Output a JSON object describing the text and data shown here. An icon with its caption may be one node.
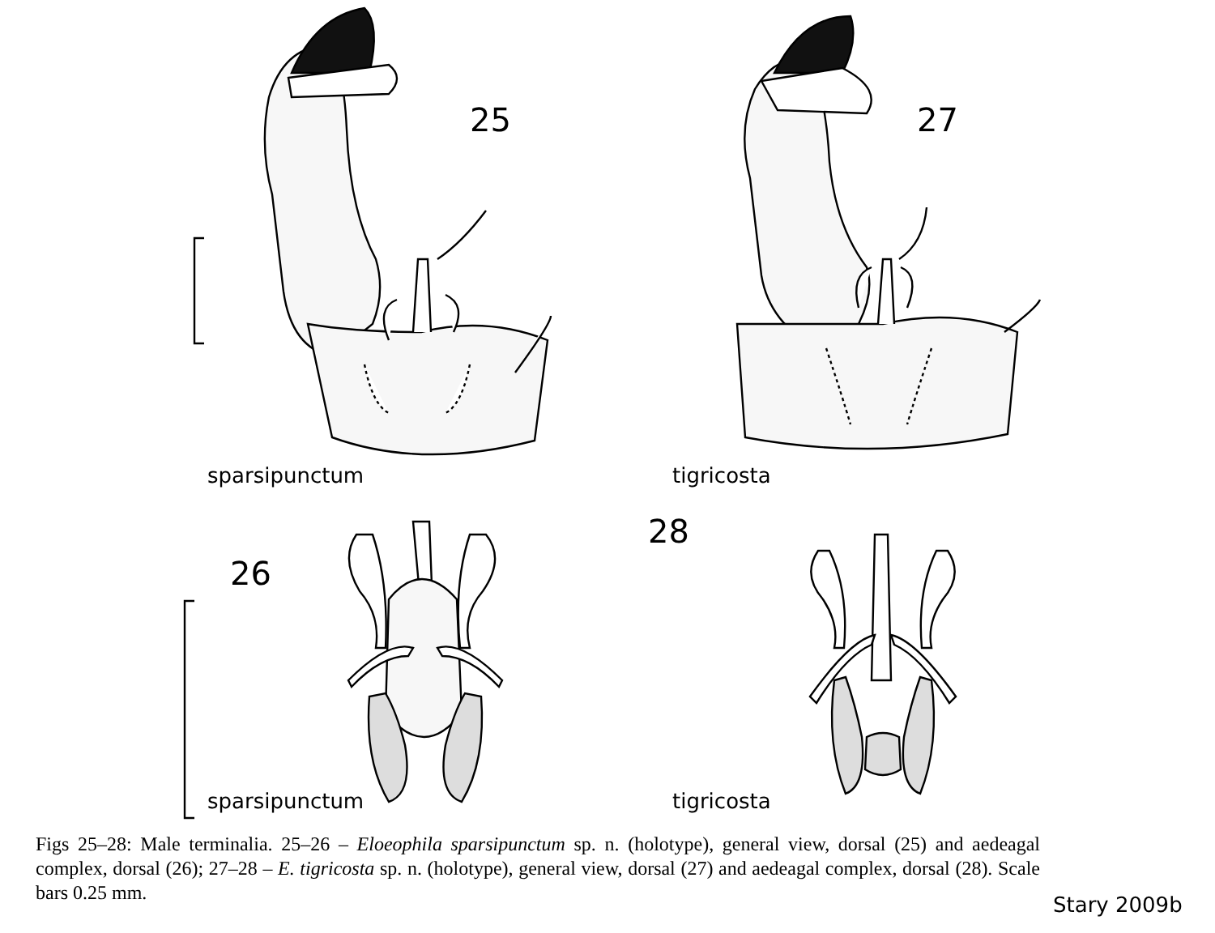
{
  "diagram": {
    "caption": "Figs 25–28: Male terminalia. 25–26 – *Eloeophila sparsipunctum* sp. n. (holotype), general view, dorsal (25) and aedeagal complex, dorsal (26); 27–28 – *E. tigricosta* sp. n. (holotype), general view, dorsal (27) and aedeagal complex, dorsal (28). Scale bars 0.25 mm.",
    "labels": [
      "25",
      "27",
      "sparsipunctum",
      "tigricosta",
      "26",
      "28",
      "sparsipunctum",
      "tigricosta",
      "Stary 2009b"
    ]
  }
}
